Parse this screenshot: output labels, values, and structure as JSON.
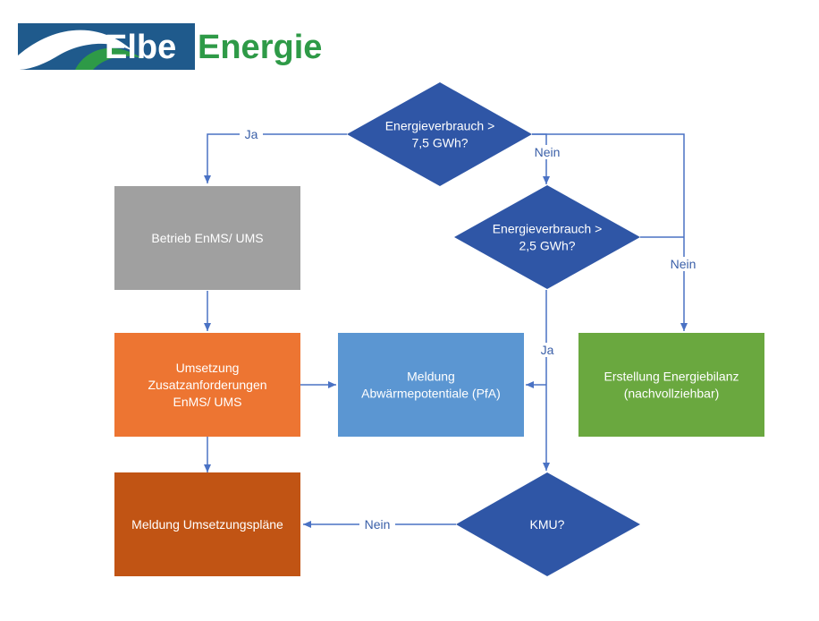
{
  "logo": {
    "word1": "Elbe",
    "word2": "Energie",
    "color1": "#1f5a8c",
    "color2": "#2e9a47"
  },
  "colors": {
    "decision": "#2f56a6",
    "gray": "#a0a0a0",
    "orange": "#ed7532",
    "rust": "#c15414",
    "light_blue": "#5b96d2",
    "green": "#6aa83f",
    "edge": "#4a72c4",
    "edge_label": "#3a5fa8"
  },
  "nodes": {
    "d1": {
      "lines": [
        "Energieverbrauch >",
        "7,5 GWh?"
      ]
    },
    "d2": {
      "lines": [
        "Energieverbrauch >",
        "2,5 GWh?"
      ]
    },
    "d3": {
      "lines": [
        "KMU?"
      ]
    },
    "enms": {
      "lines": [
        "Betrieb EnMS/ UMS"
      ]
    },
    "zusatz": {
      "lines": [
        "Umsetzung",
        "Zusatzanforderungen",
        "EnMS/ UMS"
      ]
    },
    "pfa": {
      "lines": [
        "Meldung",
        "Abwärmepotentiale (PfA)"
      ]
    },
    "bilanz": {
      "lines": [
        "Erstellung Energiebilanz",
        "(nachvollziehbar)"
      ]
    },
    "umsetz": {
      "lines": [
        "Meldung Umsetzungspläne"
      ]
    }
  },
  "edges": {
    "d1_ja": "Ja",
    "d1_nein": "Nein",
    "d2_nein": "Nein",
    "d2_ja": "Ja",
    "d3_nein": "Nein"
  }
}
